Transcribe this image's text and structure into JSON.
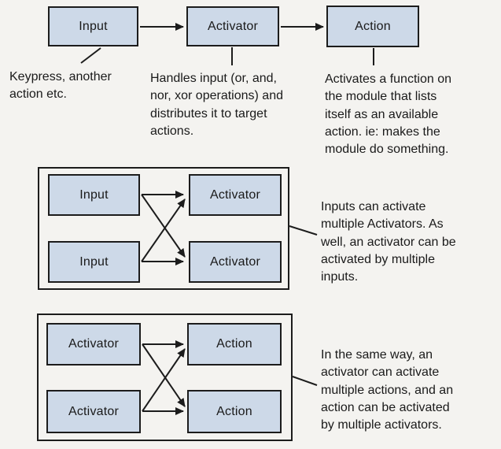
{
  "colors": {
    "background": "#f4f3f0",
    "box_fill": "#cdd9e8",
    "box_border": "#1c1c1c",
    "text": "#1a1a1a"
  },
  "flow": {
    "nodes": [
      {
        "label": "Input"
      },
      {
        "label": "Activator"
      },
      {
        "label": "Action"
      }
    ],
    "captions": [
      {
        "lines": [
          "Keypress, another",
          "action etc."
        ]
      },
      {
        "lines": [
          "Handles input (or, and,",
          "nor, xor operations) and",
          "distributes it to target",
          "actions."
        ]
      },
      {
        "lines": [
          "Activates a function on",
          "the module that lists",
          "itself as an available",
          "action. ie: makes the",
          "module do something."
        ]
      }
    ]
  },
  "fanout1": {
    "left_nodes": [
      {
        "label": "Input"
      },
      {
        "label": "Input"
      }
    ],
    "right_nodes": [
      {
        "label": "Activator"
      },
      {
        "label": "Activator"
      }
    ],
    "caption_lines": [
      "Inputs can activate",
      "multiple Activators. As",
      "well, an activator can be",
      "activated by multiple",
      "inputs."
    ]
  },
  "fanout2": {
    "left_nodes": [
      {
        "label": "Activator"
      },
      {
        "label": "Activator"
      }
    ],
    "right_nodes": [
      {
        "label": "Action"
      },
      {
        "label": "Action"
      }
    ],
    "caption_lines": [
      "In the same way, an",
      "activator can activate",
      "multiple actions, and an",
      "action can be activated",
      "by multiple activators."
    ]
  }
}
